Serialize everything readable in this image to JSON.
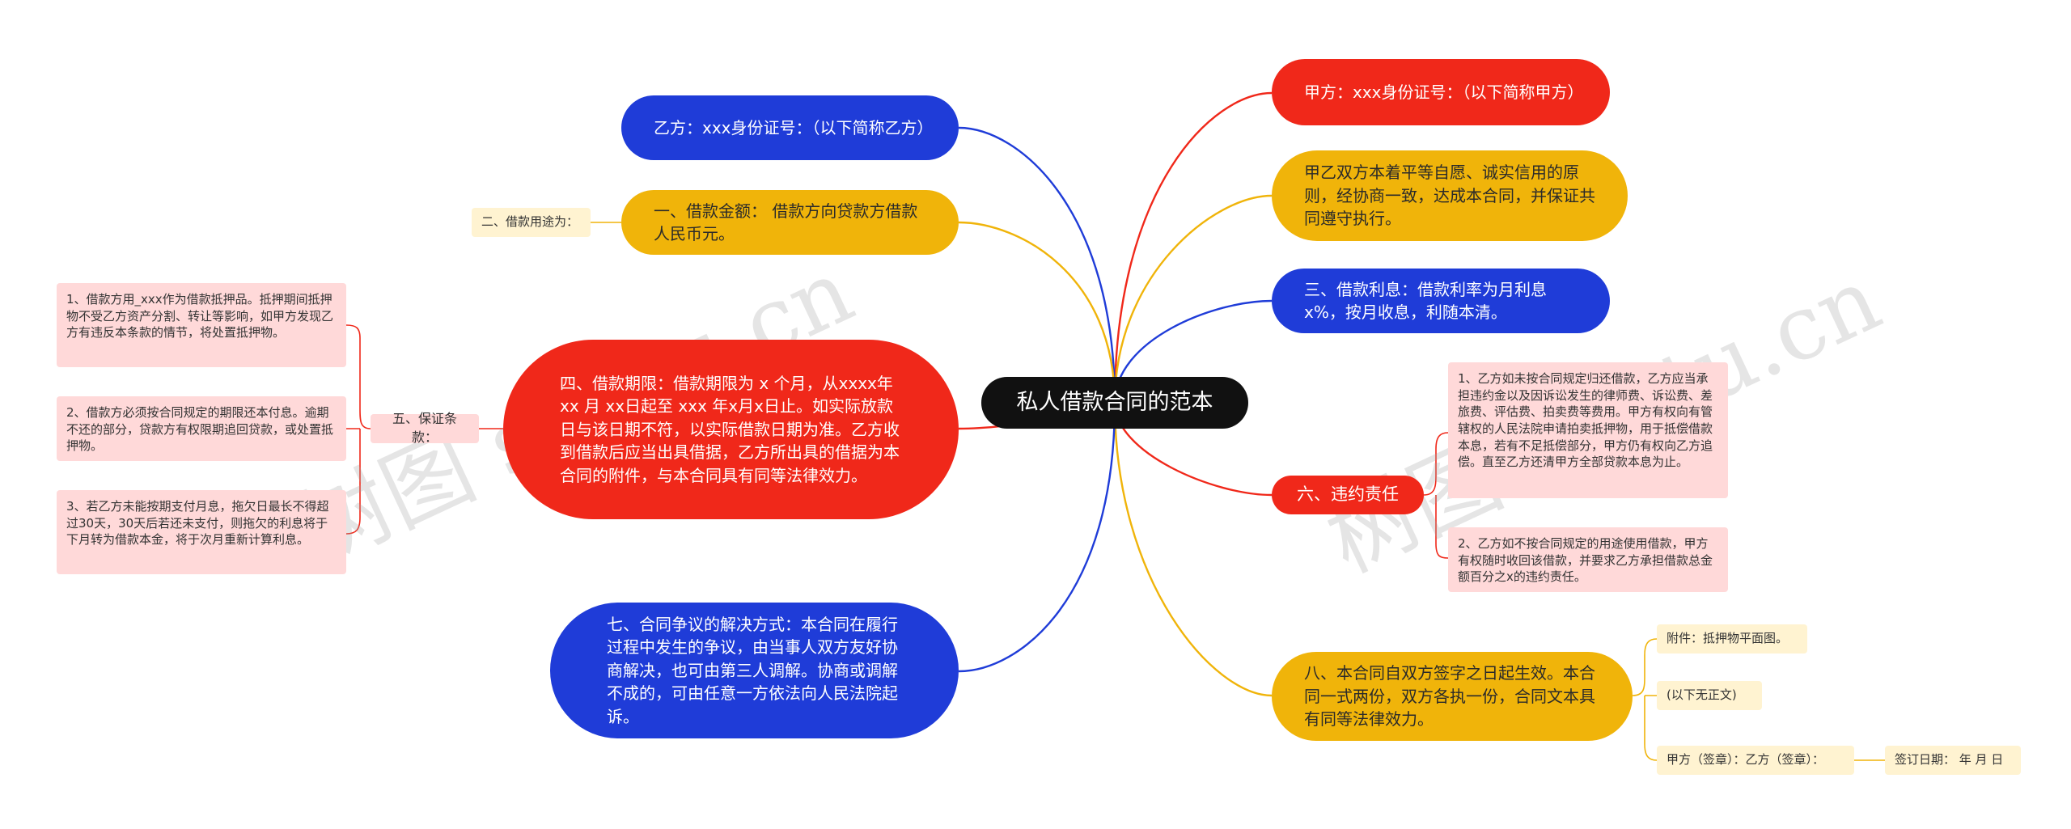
{
  "center": {
    "text": "私人借款合同的范本"
  },
  "left": {
    "party_b": "乙方：xxx身份证号：（以下简称乙方）",
    "loan_amount": "一、借款金额： 借款方向贷款方借款人民币元。",
    "loan_purpose": "二、借款用途为：",
    "loan_term": "四、借款期限：借款期限为 x 个月，从xxxx年 xx 月 xx日起至 xxx 年x月x日止。如实际放款日与该日期不符，以实际借款日期为准。乙方收到借款后应当出具借据，乙方所出具的借据为本合同的附件，与本合同具有同等法律效力。",
    "guarantee": "五、保证条款：",
    "guarantee_items": [
      "1、借款方用_xxx作为借款抵押品。抵押期间抵押物不受乙方资产分割、转让等影响，如甲方发现乙方有违反本条款的情节，将处置抵押物。",
      "2、借款方必须按合同规定的期限还本付息。逾期不还的部分，贷款方有权限期追回贷款，或处置抵押物。",
      "3、若乙方未能按期支付月息，拖欠日最长不得超过30天，30天后若还未支付，则拖欠的利息将于下月转为借款本金，将于次月重新计算利息。"
    ],
    "dispute": "七、合同争议的解决方式：本合同在履行过程中发生的争议，由当事人双方友好协商解决，也可由第三人调解。协商或调解不成的，可由任意一方依法向人民法院起诉。"
  },
  "right": {
    "party_a": "甲方：xxx身份证号：（以下简称甲方）",
    "principle": "甲乙双方本着平等自愿、诚实信用的原则，经协商一致，达成本合同，并保证共同遵守执行。",
    "interest": "三、借款利息：借款利率为月利息x%，按月收息，利随本清。",
    "breach": "六、违约责任",
    "breach_items": [
      "1、乙方如未按合同规定归还借款，乙方应当承担违约金以及因诉讼发生的律师费、诉讼费、差旅费、评估费、拍卖费等费用。甲方有权向有管辖权的人民法院申请拍卖抵押物，用于抵偿借款本息，若有不足抵偿部分，甲方仍有权向乙方追偿。直至乙方还清甲方全部贷款本息为止。",
      "2、乙方如不按合同规定的用途使用借款，甲方有权随时收回该借款，并要求乙方承担借款总金额百分之x的违约责任。"
    ],
    "effective": "八、本合同自双方签字之日起生效。本合同一式两份，双方各执一份，合同文本具有同等法律效力。",
    "effective_items": {
      "attachment": "附件：抵押物平面图。",
      "no_text": "(以下无正文)",
      "signature": "甲方（签章）：乙方（签章）：",
      "date": "签订日期： 年 月 日"
    }
  },
  "watermarks": [
    "树图 shutu.cn",
    "树图 shutu.cn"
  ],
  "colors": {
    "red": "#f0281a",
    "blue": "#1f3cd8",
    "yellow": "#f0b40a",
    "dark": "#111111",
    "pink": "#ffd9d9",
    "cream": "#fff3d1"
  }
}
